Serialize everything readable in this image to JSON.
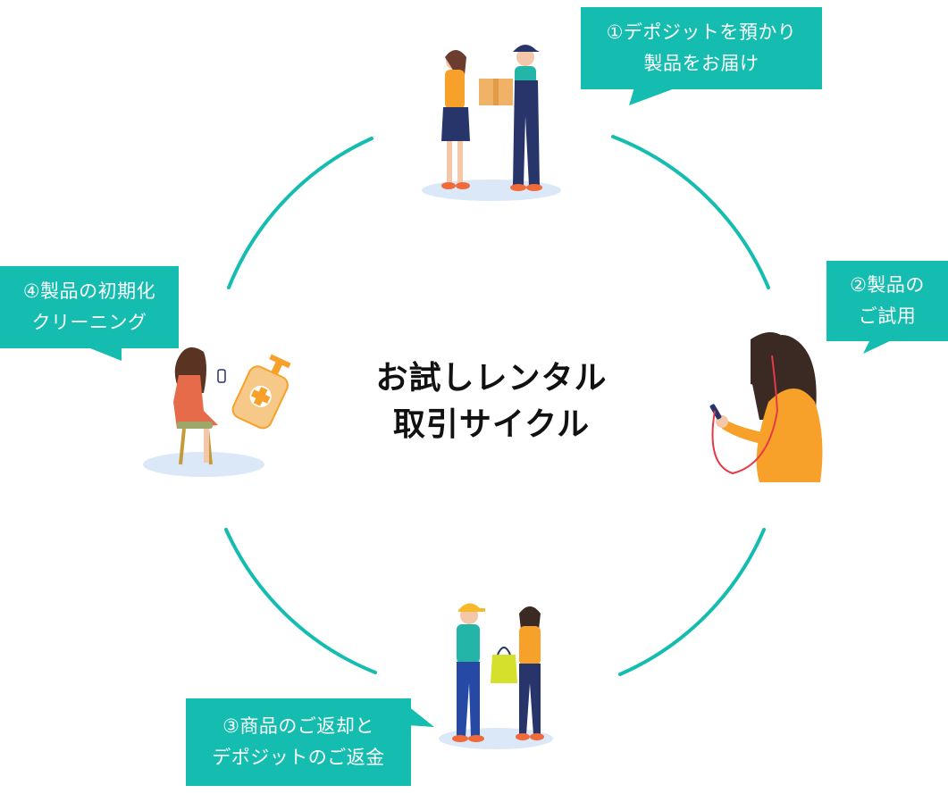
{
  "center": {
    "line1": "お試しレンタル",
    "line2": "取引サイクル"
  },
  "steps": [
    {
      "line1": "①デポジットを預かり",
      "line2": "製品をお届け",
      "icon": "delivery-handover-illustration"
    },
    {
      "line1": "②製品の",
      "line2": "ご試用",
      "icon": "woman-using-device-illustration"
    },
    {
      "line1": "③商品のご返却と",
      "line2": "デポジットのご返金",
      "icon": "courier-pickup-illustration"
    },
    {
      "line1": "④製品の初期化",
      "line2": "クリーニング",
      "icon": "woman-sanitizing-illustration"
    }
  ],
  "colors": {
    "accent": "#14bdb0",
    "ring": "#14bdb0",
    "orange": "#f7a12a",
    "navy": "#27356b",
    "shadow": "#dbe8f7"
  }
}
